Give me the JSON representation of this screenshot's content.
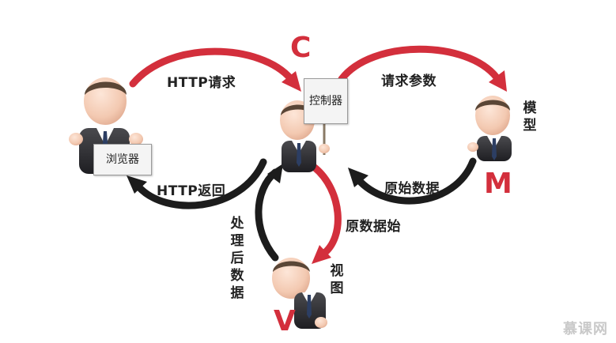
{
  "letters": {
    "controller": "C",
    "model": "M",
    "view": "V"
  },
  "signs": {
    "browser": "浏览器",
    "controller": "控制器"
  },
  "labels": {
    "http_request": "HTTP请求",
    "http_return": "HTTP返回",
    "request_params": "请求参数",
    "raw_data_back": "原始数据",
    "raw_data_to_view": "原数据始",
    "processed_data": "处理后数据",
    "model_name": "模型",
    "view_name": "视图"
  },
  "watermark": "慕课网",
  "colors": {
    "red_arrow": "#d32f3c",
    "black_arrow": "#1c1c1c",
    "letter": "#d32f3c"
  }
}
